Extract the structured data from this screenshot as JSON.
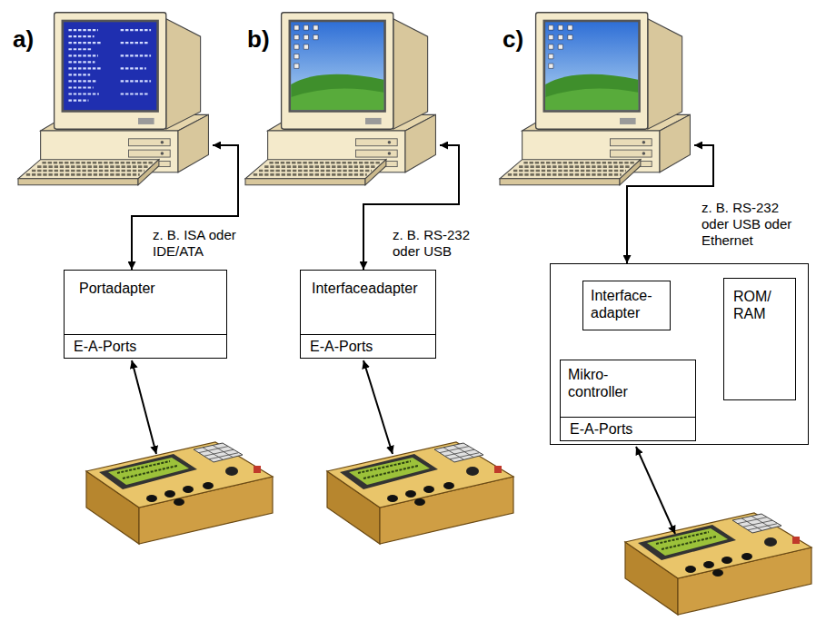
{
  "diagram": {
    "nodes": [
      {
        "text": [
          "Portadapter"
        ]
      },
      {
        "text": [
          "E-A-Ports"
        ],
        "in": 0
      },
      {
        "text": [
          "Interfaceadapter"
        ]
      },
      {
        "text": [
          "E-A-Ports"
        ],
        "in": 2
      },
      {
        "text": []
      },
      {
        "text": [
          "Interface- adapter"
        ],
        "in": 4
      },
      {
        "text": [
          "ROM/ RAM"
        ],
        "in": 4
      },
      {
        "text": [
          "Mikro- controller"
        ],
        "in": 4
      },
      {
        "text": [
          "E-A-Ports"
        ],
        "in": 7
      }
    ],
    "edges": [
      {
        "from": 5,
        "to": 6,
        "arrow": "both"
      },
      {
        "from": 7,
        "to": 6,
        "arrow": "both"
      },
      {
        "from": 5,
        "to": 7,
        "arrow": "none"
      }
    ],
    "labels": [
      "a)",
      "b)",
      "c)",
      "z. B. ISA oder IDE/ATA",
      "z. B. RS-232 oder USB",
      "z. B. RS-232 oder USB oder Ethernet"
    ]
  }
}
